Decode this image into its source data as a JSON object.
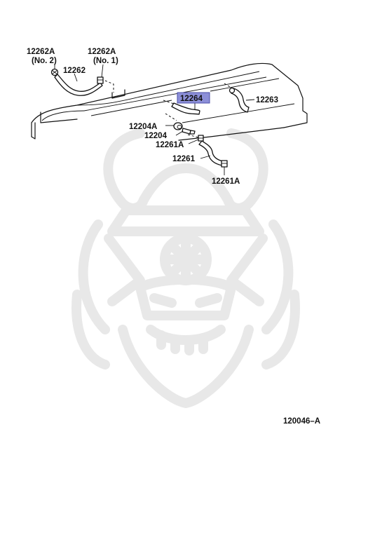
{
  "diagram": {
    "figure_code": "120046–A",
    "highlighted_part": "12264",
    "labels": {
      "p12262a_no2": "12262A",
      "p12262a_no2_sub": "(No. 2)",
      "p12262a_no1": "12262A",
      "p12262a_no1_sub": "(No. 1)",
      "p12262": "12262",
      "p12264": "12264",
      "p12263": "12263",
      "p12204a": "12204A",
      "p12204": "12204",
      "p12261a_upper": "12261A",
      "p12261": "12261",
      "p12261a_lower": "12261A"
    },
    "colors": {
      "highlight_fill": "#8c8fd8",
      "highlight_stroke": "#4b4fa8",
      "ink": "#111111",
      "watermark": "#e6e6e6"
    }
  }
}
